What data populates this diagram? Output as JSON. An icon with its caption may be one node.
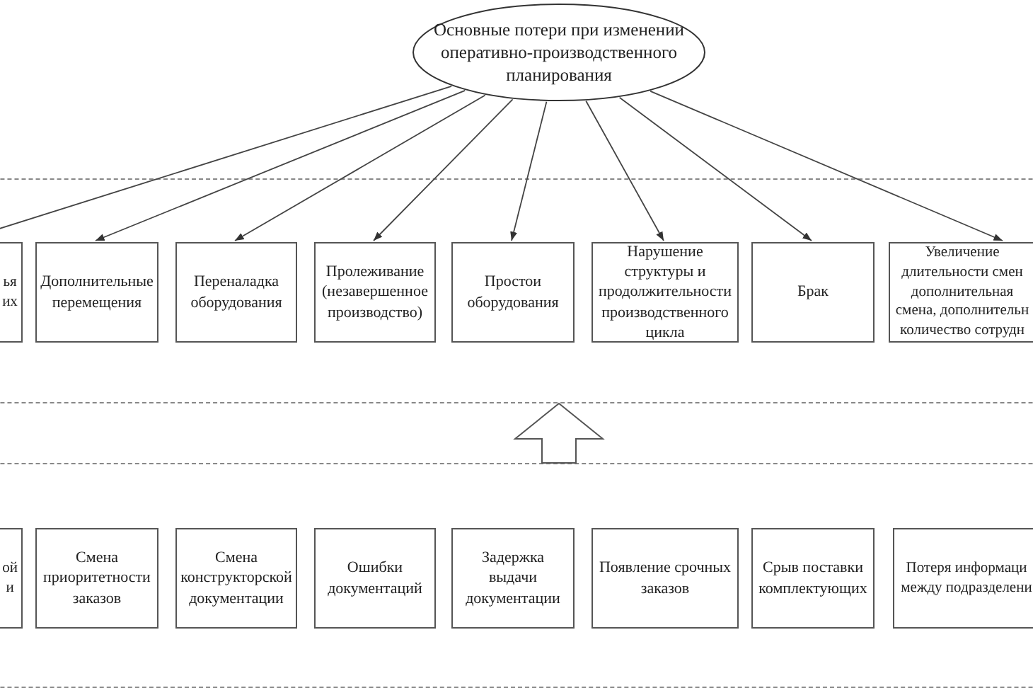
{
  "diagram": {
    "nodes": [
      {
        "text": [
          "Основные потери при изменении оперативно-производственного планирования"
        ]
      },
      {
        "text": [],
        "shape": "box"
      },
      {
        "text": [
          "ья их"
        ],
        "in": 1
      },
      {
        "text": [
          "Дополнительные перемещения"
        ],
        "in": 1
      },
      {
        "text": [
          "Переналадка оборудования"
        ],
        "in": 1
      },
      {
        "text": [
          "Пролеживание (незавершенное производство)"
        ],
        "in": 1
      },
      {
        "text": [
          "Простои оборудования"
        ],
        "in": 1
      },
      {
        "text": [
          "Нарушение структуры и продолжительности производственного цикла"
        ],
        "in": 1
      },
      {
        "text": [
          "Брак"
        ],
        "in": 1
      },
      {
        "text": [
          "Увеличение длительности смен дополнительная смена, дополнительн количество сотрудн"
        ],
        "in": 1
      },
      {
        "text": [],
        "shape": "box"
      },
      {
        "text": [
          "ой и"
        ],
        "in": 10
      },
      {
        "text": [
          "Смена приоритетности заказов"
        ],
        "in": 10
      },
      {
        "text": [
          "Смена конструкторской документации"
        ],
        "in": 10
      },
      {
        "text": [
          "Ошибки документаций"
        ],
        "in": 10
      },
      {
        "text": [
          "Задержка выдачи документации"
        ],
        "in": 10
      },
      {
        "text": [
          "Появление срочных заказов"
        ],
        "in": 10
      },
      {
        "text": [
          "Срыв поставки комплектующих"
        ],
        "in": 10
      },
      {
        "text": [
          "Потеря информаци между подразделени"
        ],
        "in": 10
      }
    ],
    "edges": [
      {
        "from": 0,
        "to": 2,
        "arrow": "to"
      },
      {
        "from": 0,
        "to": 3,
        "arrow": "to"
      },
      {
        "from": 0,
        "to": 4,
        "arrow": "to"
      },
      {
        "from": 0,
        "to": 5,
        "arrow": "to"
      },
      {
        "from": 0,
        "to": 6,
        "arrow": "to"
      },
      {
        "from": 0,
        "to": 7,
        "arrow": "to"
      },
      {
        "from": 0,
        "to": 8,
        "arrow": "to"
      },
      {
        "from": 0,
        "to": 9,
        "arrow": "to"
      },
      {
        "from": 10,
        "to": 1,
        "arrow": "to",
        "style": "thick"
      }
    ]
  }
}
